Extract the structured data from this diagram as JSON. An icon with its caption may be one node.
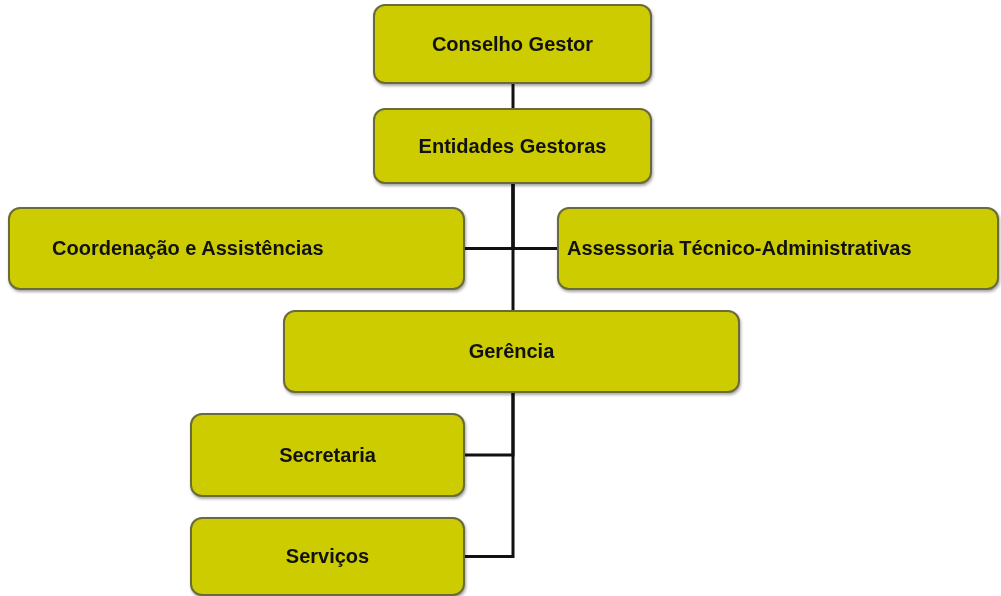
{
  "diagram": {
    "nodes": [
      {
        "text": [
          "Conselho Gestor"
        ]
      },
      {
        "text": [
          "Entidades Gestoras"
        ]
      },
      {
        "text": [
          "Coordenação e Assistências"
        ]
      },
      {
        "text": [
          "Assessoria Técnico-Administrativas"
        ]
      },
      {
        "text": [
          "Gerência"
        ]
      },
      {
        "text": [
          "Secretaria"
        ]
      },
      {
        "text": [
          "Serviços"
        ]
      }
    ],
    "edges": [
      {
        "from": 0,
        "to": 1,
        "arrow": "none"
      },
      {
        "from": 1,
        "to": 2,
        "arrow": "none"
      },
      {
        "from": 1,
        "to": 3,
        "arrow": "none"
      },
      {
        "from": 1,
        "to": 4,
        "arrow": "none"
      },
      {
        "from": 4,
        "to": 5,
        "arrow": "none"
      },
      {
        "from": 4,
        "to": 6,
        "arrow": "none"
      }
    ]
  }
}
